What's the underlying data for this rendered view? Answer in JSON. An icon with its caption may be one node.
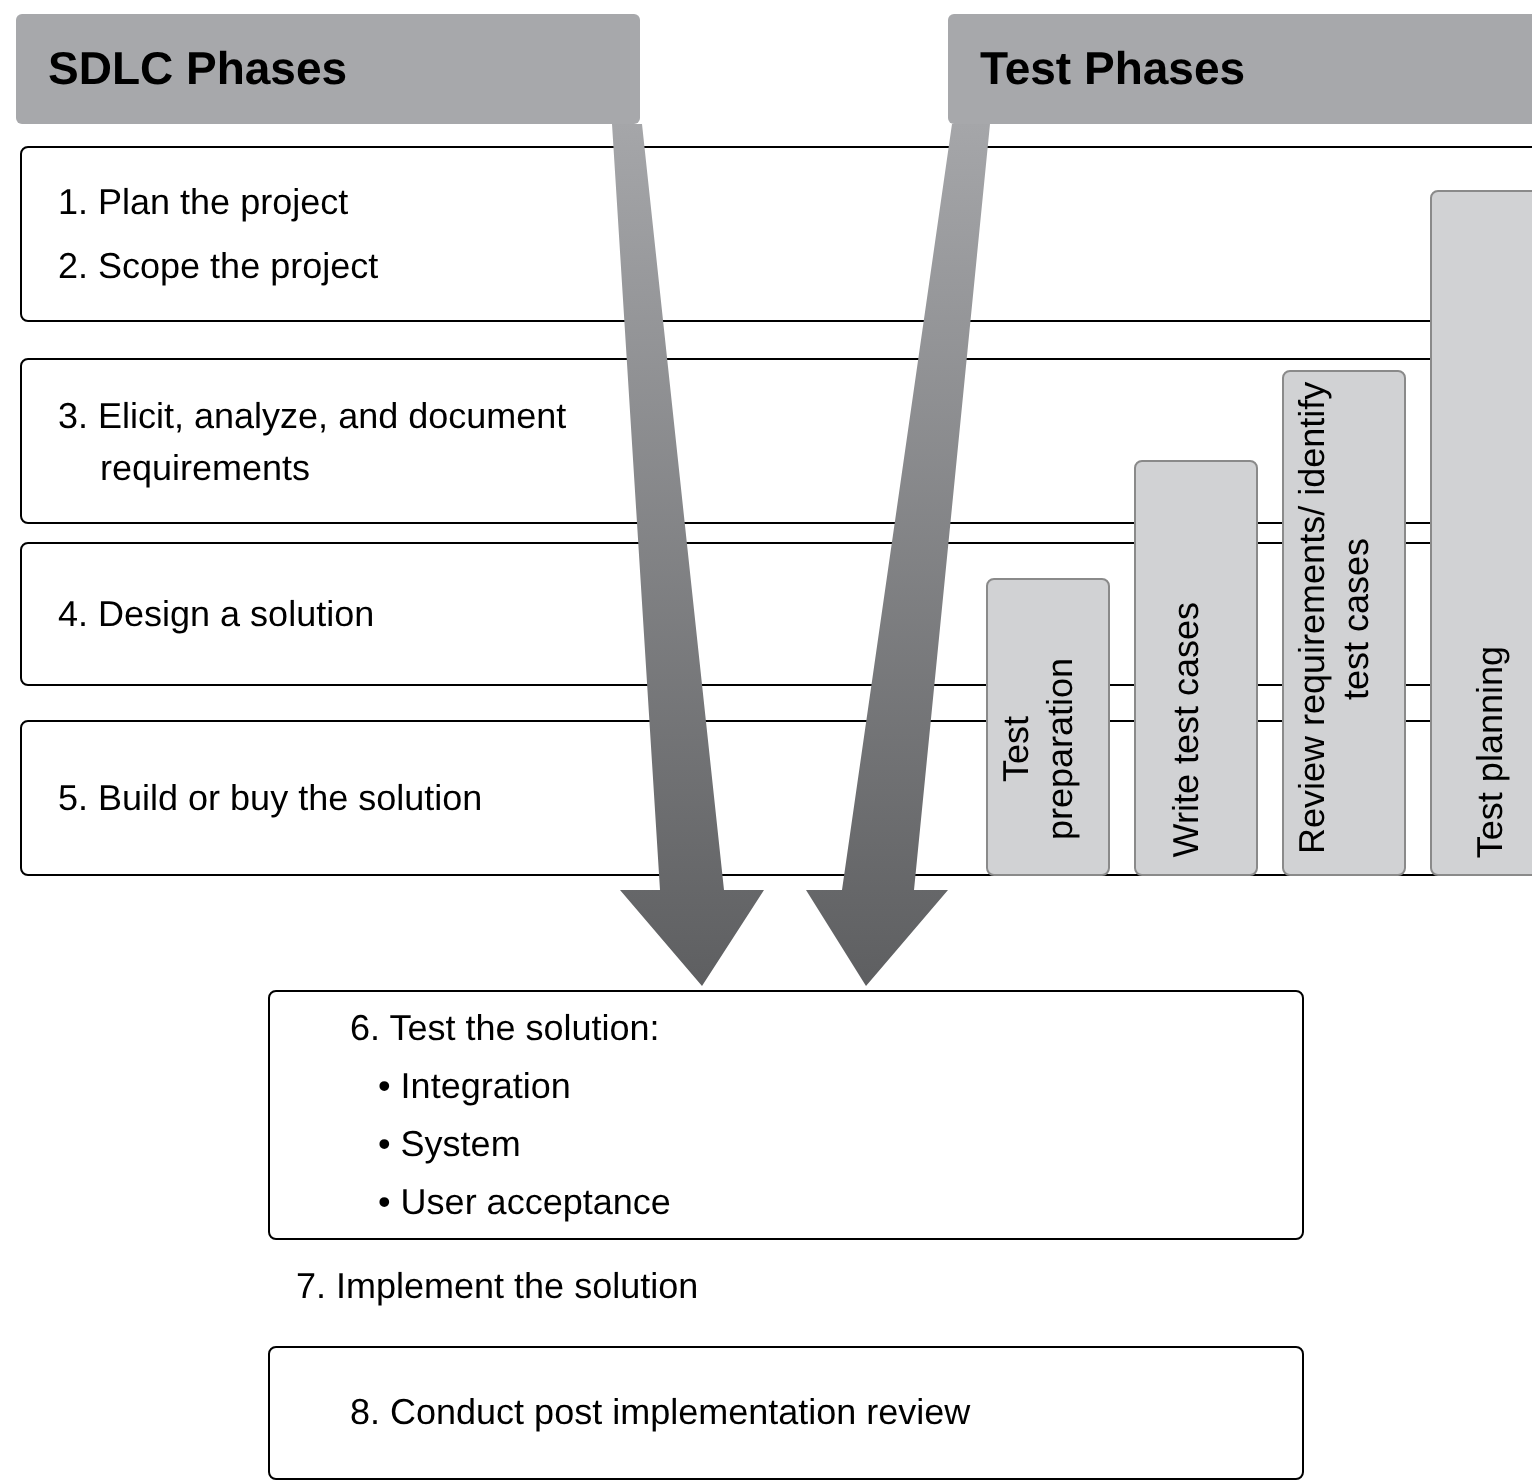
{
  "diagram": {
    "nodes": [
      {
        "text": [
          "SDLC Phases"
        ]
      },
      {
        "text": [
          "Test Phases"
        ]
      },
      {
        "text": [
          "1. Plan the project",
          "2. Scope the project"
        ]
      },
      {
        "text": [
          "3. Elicit, analyze, and document requirements"
        ]
      },
      {
        "text": [
          "4. Design a solution"
        ]
      },
      {
        "text": [
          "5. Build or buy the solution"
        ]
      },
      {
        "text": [
          "Test planning"
        ]
      },
      {
        "text": [
          "Review requirements/ identify test cases"
        ]
      },
      {
        "text": [
          "Write test cases"
        ]
      },
      {
        "text": [
          "Test preparation"
        ]
      },
      {
        "text": [
          "6. Test the solution:",
          "• Integration",
          "• System",
          "• User acceptance"
        ]
      },
      {
        "text": [
          "8. Conduct post implementation review"
        ]
      }
    ],
    "edges": [
      {
        "from": 0,
        "to": 10,
        "arrow": "to",
        "style": "thick"
      },
      {
        "from": 1,
        "to": 10,
        "arrow": "to",
        "style": "thick"
      }
    ],
    "labels": [
      "7. Implement the solution"
    ]
  }
}
